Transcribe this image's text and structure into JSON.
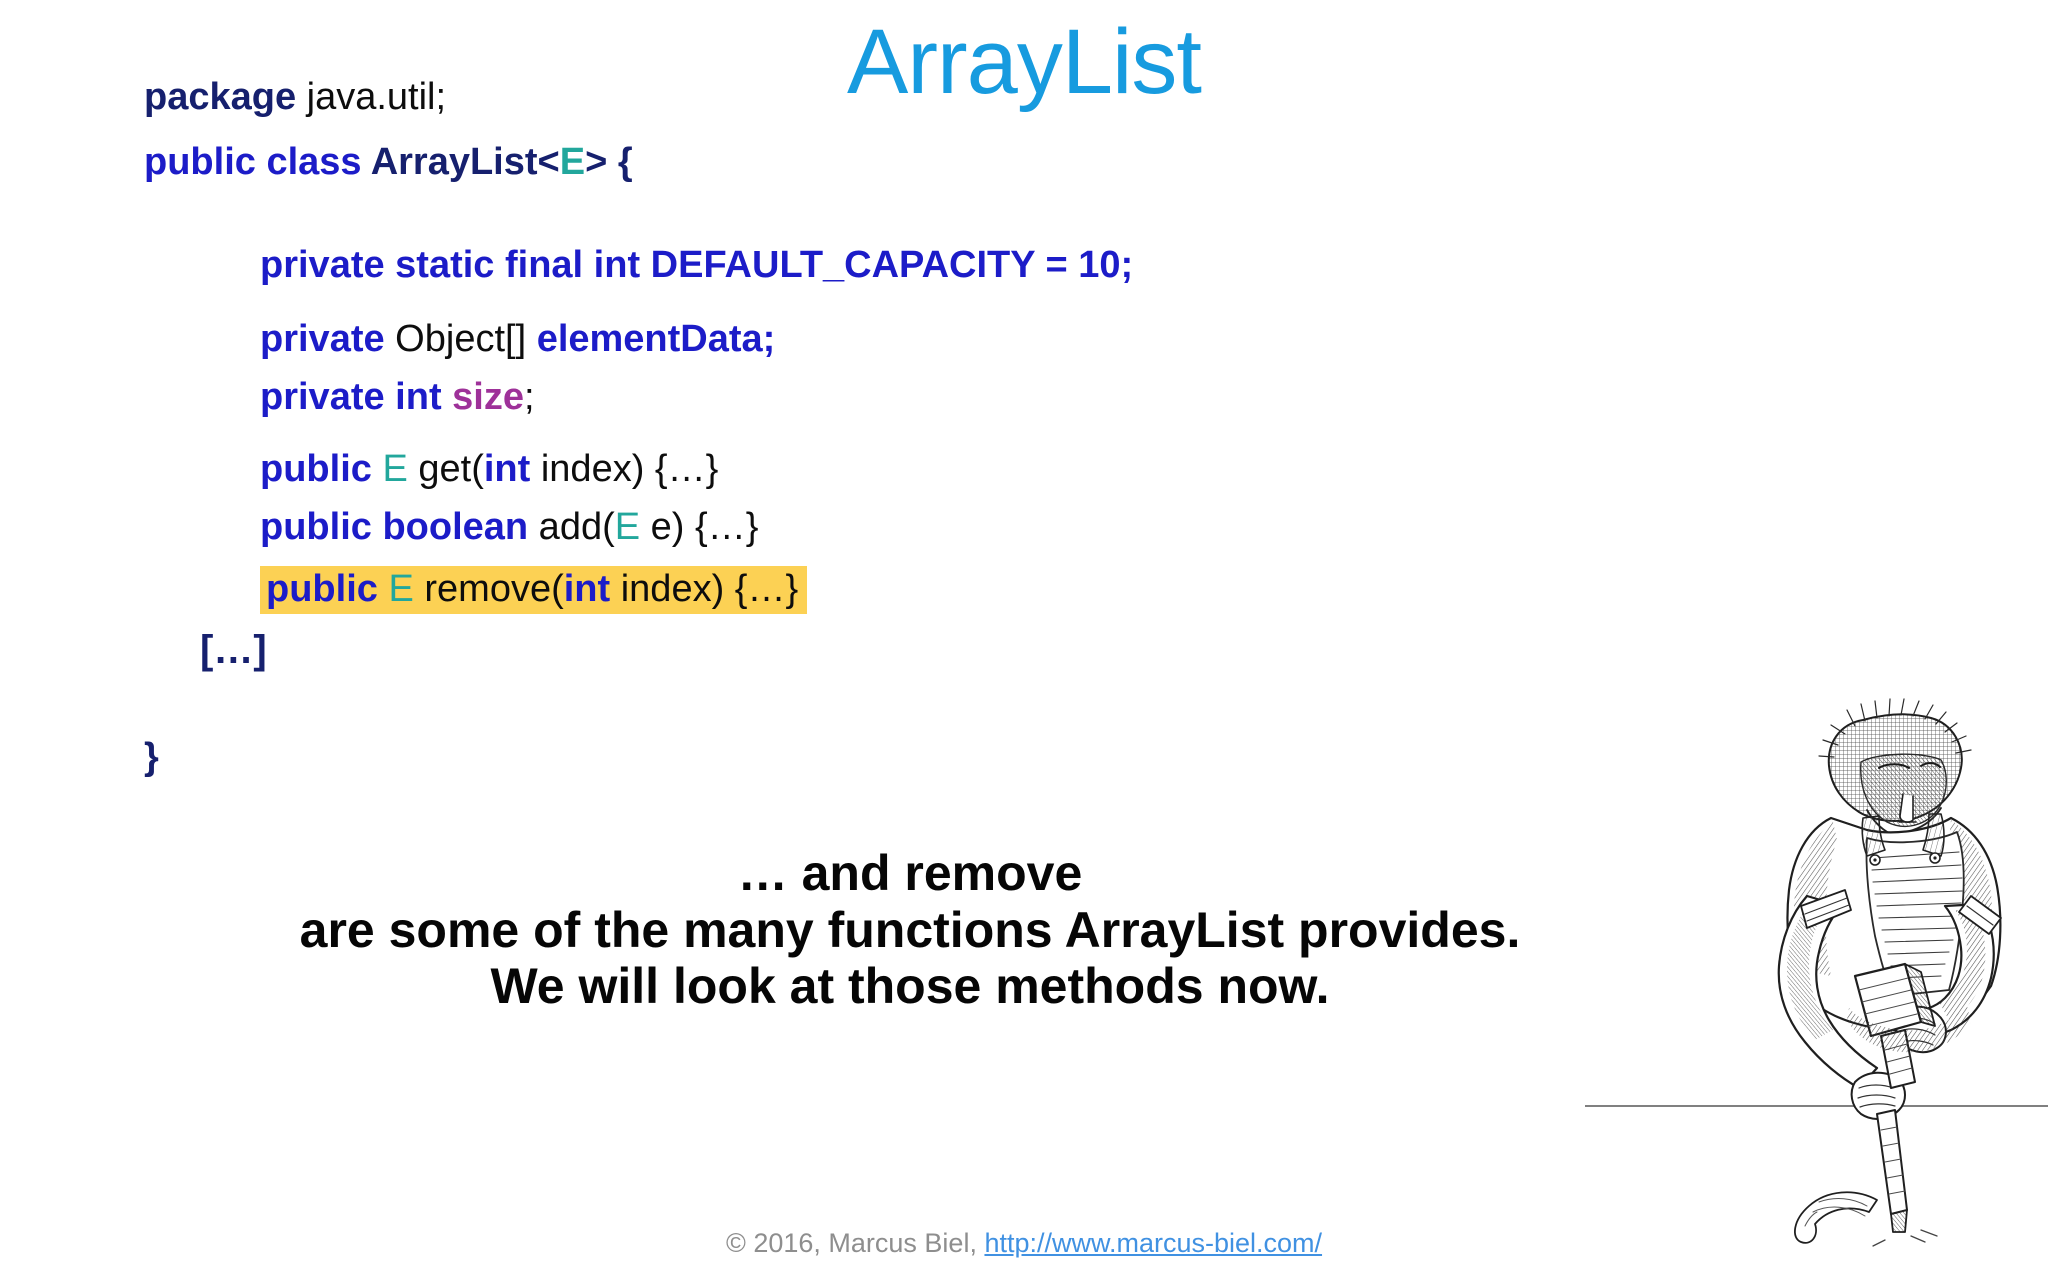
{
  "slide": {
    "title": "ArrayList",
    "title_color": "#179BDF",
    "background": "#ffffff"
  },
  "code": {
    "package_keyword": "package",
    "package_name": " java.util;",
    "class_modifier": "public class ",
    "class_name": "ArrayList",
    "class_generic_open": "<",
    "class_generic_param": "E",
    "class_generic_close": "> {",
    "constant_line": "private static final int DEFAULT_CAPACITY = 10;",
    "field1_modifier": "private",
    "field1_type": " Object[] ",
    "field1_name": "elementData;",
    "field2_modifier": "private int ",
    "field2_name": "size",
    "field2_semicolon": ";",
    "method_get": {
      "modifier": "public",
      "return_type": "E",
      "name_open": " get(",
      "param_type": "int",
      "rest": " index) {…}"
    },
    "method_add": {
      "modifier": "public boolean",
      "name_open": " add(",
      "param_type": "E",
      "rest": " e) {…}"
    },
    "method_remove": {
      "modifier": "public",
      "return_type": "E",
      "name_open": " remove(",
      "param_type": "int",
      "rest": " index) {…}",
      "highlight_color": "#FCD154"
    },
    "ellipsis": "[…]",
    "closing_brace": "}"
  },
  "statement": {
    "line1": "… and remove",
    "line2": "are some of the many functions ArrayList provides.",
    "line3": "We will look at those methods now."
  },
  "footer": {
    "copyright": "© 2016, Marcus Biel, ",
    "url": "http://www.marcus-biel.com/",
    "text_color": "#8E8E8E",
    "url_color": "#4091E2"
  },
  "illustration": {
    "name": "craftsman-with-mallet-and-chisel-sketch",
    "description": "pen-and-ink sketch of a man bent over, striking a chisel with a mallet"
  }
}
